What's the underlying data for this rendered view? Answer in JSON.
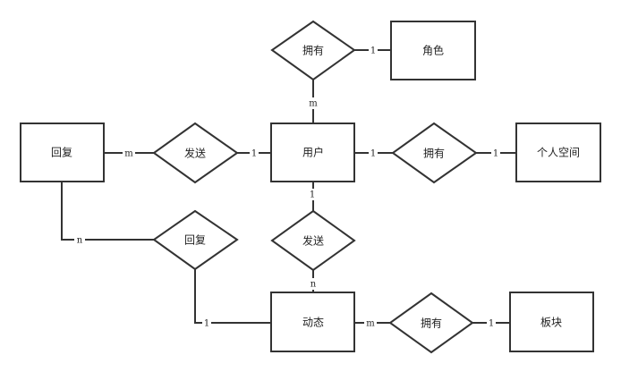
{
  "entities": {
    "role": "角色",
    "reply": "回复",
    "user": "用户",
    "space": "个人空间",
    "post": "动态",
    "board": "板块"
  },
  "relationships": {
    "user_role": "拥有",
    "reply_user": "发送",
    "user_space": "拥有",
    "reply_post": "回复",
    "user_post": "发送",
    "post_board": "拥有"
  },
  "cardinalities": {
    "user_role_role": "1",
    "user_role_user": "m",
    "reply_user_reply": "m",
    "reply_user_user": "1",
    "user_space_user": "1",
    "user_space_space": "1",
    "reply_post_reply": "n",
    "reply_post_post": "1",
    "user_post_user": "1",
    "user_post_post": "n",
    "post_board_post": "m",
    "post_board_board": "1"
  }
}
